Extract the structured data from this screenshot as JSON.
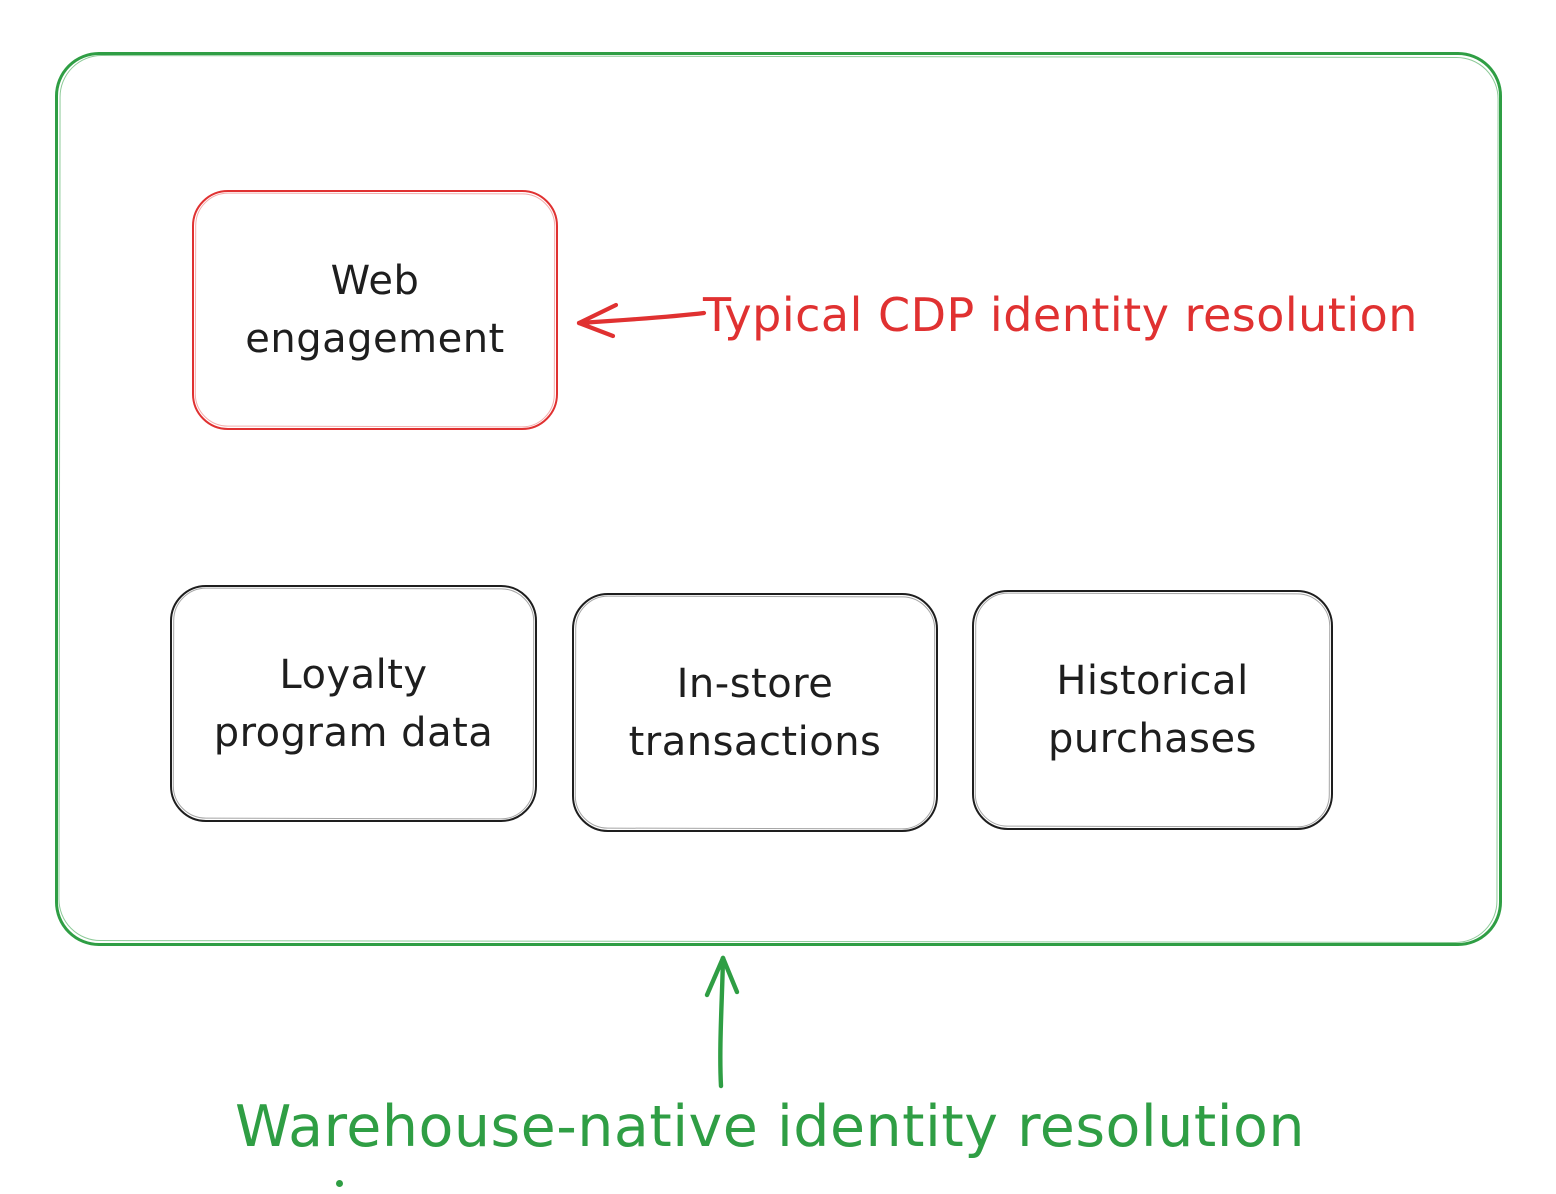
{
  "colors": {
    "green": "#2f9e44",
    "red": "#e03131",
    "ink": "#1e1e1e",
    "background": "#ffffff"
  },
  "container": {
    "description": "warehouse data scope"
  },
  "web_engagement_box": {
    "label": "Web engagement"
  },
  "cdp_annotation": {
    "label": "Typical CDP identity resolution",
    "arrow_icon": "arrow-left",
    "color": "#e03131"
  },
  "source_boxes": [
    {
      "label": "Loyalty program data"
    },
    {
      "label": "In-store transactions"
    },
    {
      "label": "Historical purchases"
    }
  ],
  "warehouse_annotation": {
    "label": "Warehouse-native identity resolution",
    "arrow_icon": "arrow-up",
    "color": "#2f9e44"
  }
}
